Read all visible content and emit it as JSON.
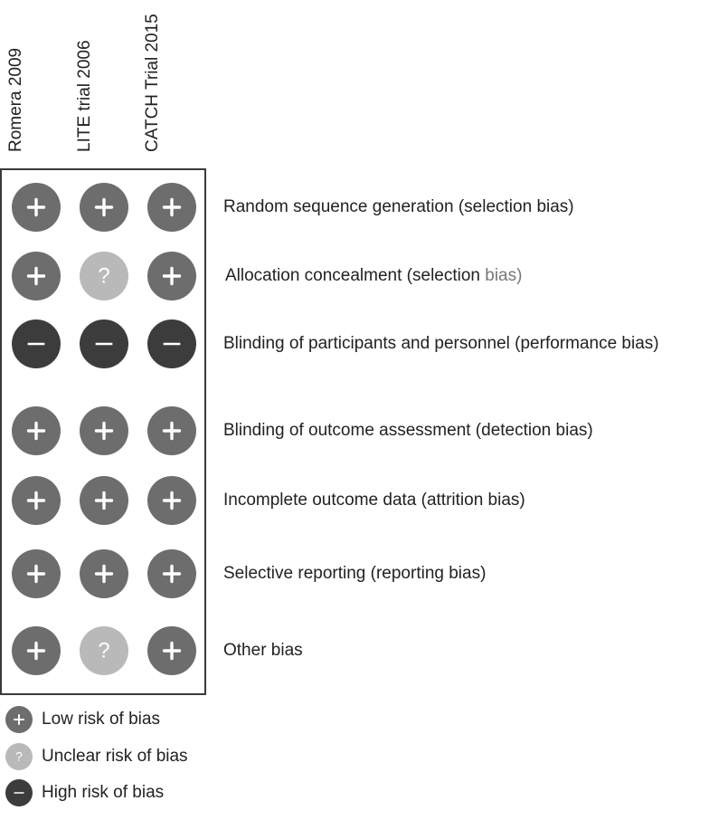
{
  "studies": [
    "Romera 2009",
    "LITE trial 2006",
    "CATCH Trial 2015"
  ],
  "domains": [
    {
      "prefix": "Random sequence generation (selection bias)",
      "muted": ""
    },
    {
      "prefix": "Allocation concealment (selection ",
      "muted": "bias)"
    },
    {
      "prefix": "Blinding of participants and personnel (performance bias)",
      "muted": ""
    },
    {
      "prefix": "Blinding of outcome assessment (detection bias)",
      "muted": ""
    },
    {
      "prefix": "Incomplete outcome data (attrition bias)",
      "muted": ""
    },
    {
      "prefix": "Selective reporting (reporting bias)",
      "muted": ""
    },
    {
      "prefix": "Other bias",
      "muted": ""
    }
  ],
  "judgements": [
    [
      "low",
      "low",
      "low"
    ],
    [
      "low",
      "unclear",
      "low"
    ],
    [
      "high",
      "high",
      "high"
    ],
    [
      "low",
      "low",
      "low"
    ],
    [
      "low",
      "low",
      "low"
    ],
    [
      "low",
      "low",
      "low"
    ],
    [
      "low",
      "unclear",
      "low"
    ]
  ],
  "legend": [
    {
      "key": "low",
      "label": "Low risk of bias"
    },
    {
      "key": "unclear",
      "label": "Unclear risk of bias"
    },
    {
      "key": "high",
      "label": "High risk of bias"
    }
  ],
  "colors": {
    "low": "#6d6d6d",
    "unclear": "#b9b9b9",
    "high": "#3c3c3c",
    "symbol": "#ffffff"
  },
  "icons": {
    "low": "plus-icon",
    "unclear": "question-icon",
    "high": "minus-icon"
  }
}
